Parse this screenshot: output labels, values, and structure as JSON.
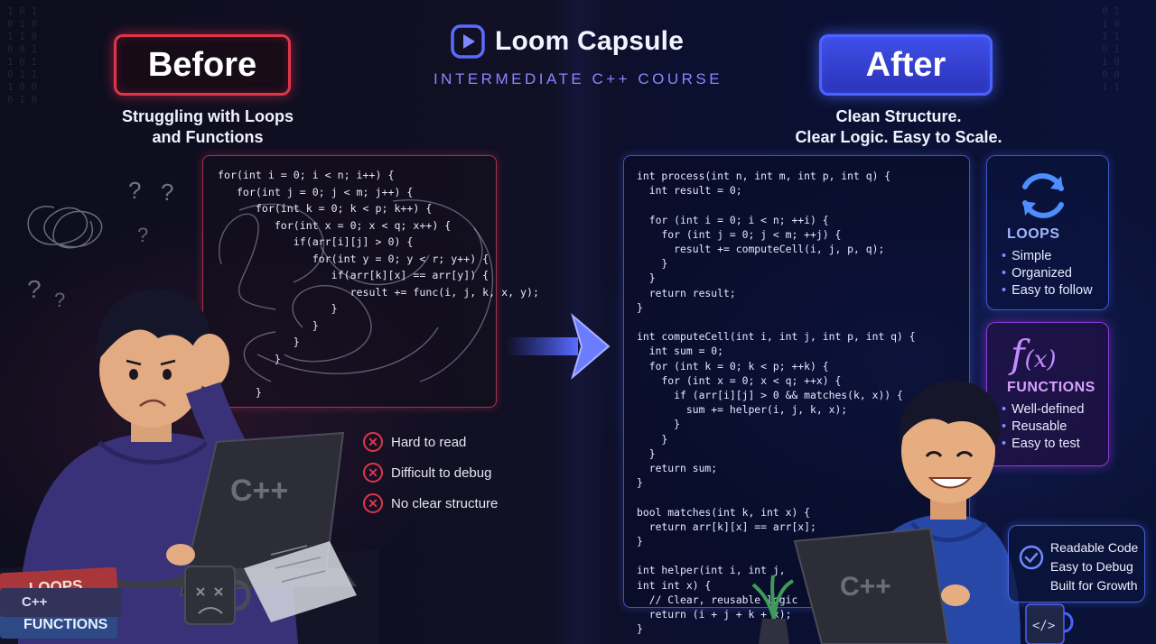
{
  "brand": {
    "name": "Loom Capsule",
    "subtitle": "INTERMEDIATE C++ COURSE"
  },
  "before": {
    "badge": "Before",
    "subtitle_line1": "Struggling with Loops",
    "subtitle_line2": "and Functions",
    "code": "for(int i = 0; i < n; i++) {\n   for(int j = 0; j < m; j++) {\n      for(int k = 0; k < p; k++) {\n         for(int x = 0; x < q; x++) {\n            if(arr[i][j] > 0) {\n               for(int y = 0; y < r; y++) {\n                  if(arr[k][x] == arr[y]) {\n                     result += func(i, j, k, x, y);\n                  }\n               }\n            }\n         }\n\n      }",
    "problems": [
      "Hard to read",
      "Difficult to debug",
      "No clear structure"
    ],
    "book_labels": [
      "LOOPS",
      "FUNCTIONS",
      "C++"
    ],
    "laptop_label": "C++"
  },
  "after": {
    "badge": "After",
    "subtitle_line1": "Clean Structure.",
    "subtitle_line2": "Clear Logic. Easy to Scale.",
    "code": "int process(int n, int m, int p, int q) {\n  int result = 0;\n\n  for (int i = 0; i < n; ++i) {\n    for (int j = 0; j < m; ++j) {\n      result += computeCell(i, j, p, q);\n    }\n  }\n  return result;\n}\n\nint computeCell(int i, int j, int p, int q) {\n  int sum = 0;\n  for (int k = 0; k < p; ++k) {\n    for (int x = 0; x < q; ++x) {\n      if (arr[i][j] > 0 && matches(k, x)) {\n        sum += helper(i, j, k, x);\n      }\n    }\n  }\n  return sum;\n}\n\nbool matches(int k, int x) {\n  return arr[k][x] == arr[x];\n}\n\nint helper(int i, int j,\nint int x) {\n  // Clear, reusable logic\n  return (i + j + k + x);\n}",
    "loops_card": {
      "title": "LOOPS",
      "items": [
        "Simple",
        "Organized",
        "Easy to follow"
      ]
    },
    "functions_card": {
      "title": "FUNCTIONS",
      "symbol": "f",
      "symbol_paren": "(x)",
      "items": [
        "Well-defined",
        "Reusable",
        "Easy to test"
      ]
    },
    "benefits": [
      "Readable Code",
      "Easy to Debug",
      "Built for Growth"
    ],
    "laptop_label": "C++",
    "mug_label": "</>"
  },
  "colors": {
    "before_accent": "#e0354b",
    "after_accent": "#4b63ff",
    "functions_accent": "#b05cff",
    "background": "#0b0c1e"
  }
}
